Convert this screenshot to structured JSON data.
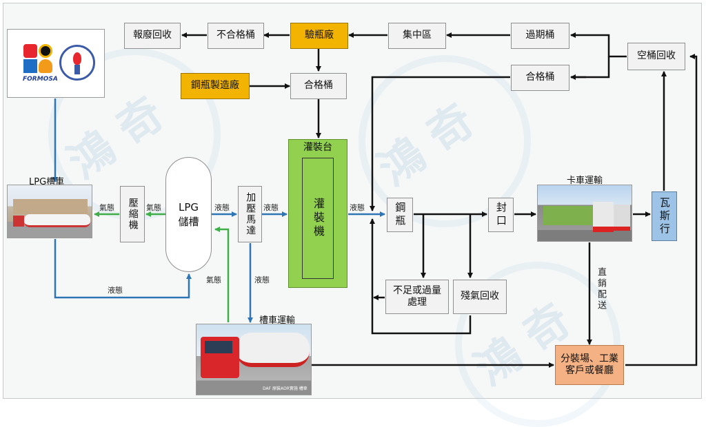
{
  "watermark": "鴻 奇",
  "logo": {
    "text": "FORMOSA"
  },
  "nodes": {
    "scrap": "報廢回收",
    "reject_drum": "不合格桶",
    "inspection_plant": "驗瓶廠",
    "collection_area": "集中區",
    "expired_drum": "過期桶",
    "empty_drum_recycle": "空桶回收",
    "qualified_drum_top": "合格桶",
    "cylinder_factory": "鋼瓶製造廠",
    "qualified_drum_mid": "合格桶",
    "filling_station": "灌裝台",
    "filling_machine": "灌裝機",
    "lpg_tanker": "LPG槽車",
    "compressor": "壓縮機",
    "lpg_storage": "LPG儲槽",
    "pressure_pump": "加壓馬達",
    "cylinder": "鋼瓶",
    "seal": "封口",
    "truck_transport": "卡車運輸",
    "gas_dealer": "瓦斯行",
    "insufficient_overfill": "不足或過量處理",
    "residual_gas_recovery": "殘氣回收",
    "tanker_transport": "槽車運輸",
    "direct_sales": "直銷配送",
    "distribution": "分裝場、工業客戶或餐廳"
  },
  "edge_labels": {
    "gas_1": "氣態",
    "gas_2": "氣態",
    "liquid_1": "液態",
    "liquid_2": "液態",
    "liquid_3": "液態",
    "liquid_bottom": "液態",
    "gas_tanker": "氣態",
    "liquid_tanker": "液態"
  },
  "photo_captions": {
    "tanker_truck": "DAF 原裝ADR實施 槽車"
  },
  "colors": {
    "gold": "#f2b400",
    "blue_box": "#9dc3e6",
    "orange_box": "#f4b183",
    "green_station": "#92d050",
    "flow_blue": "#2e75b6",
    "flow_green": "#3fae49",
    "flow_black": "#111111"
  }
}
